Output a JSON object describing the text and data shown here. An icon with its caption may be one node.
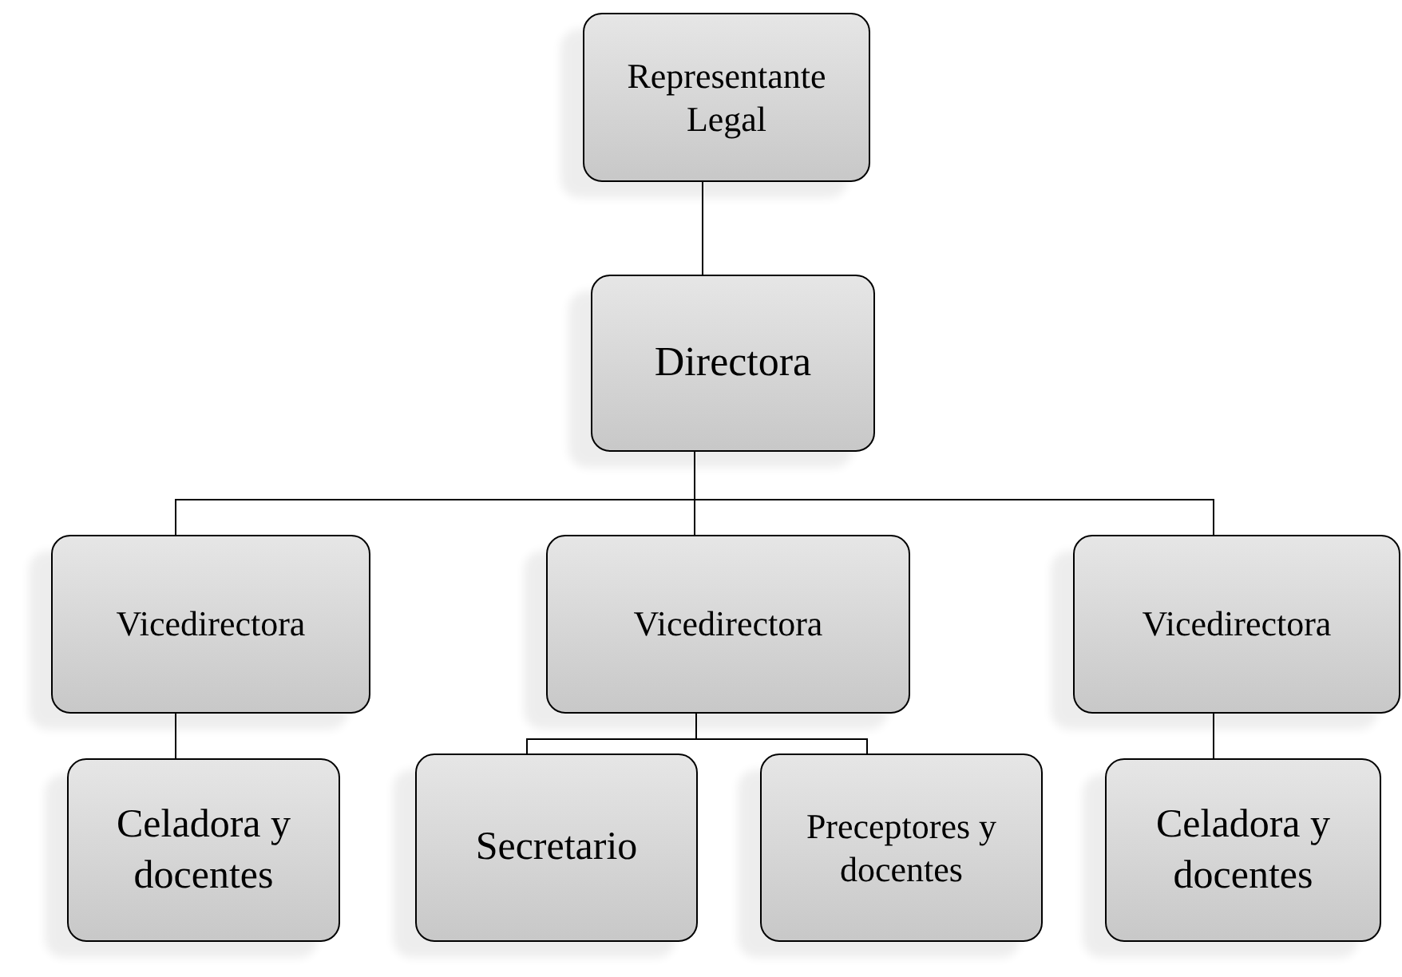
{
  "diagram": {
    "nodes": [
      {
        "text": [
          "Representante Legal"
        ]
      },
      {
        "text": [
          "Directora"
        ]
      },
      {
        "text": [
          "Vicedirectora"
        ]
      },
      {
        "text": [
          "Vicedirectora"
        ]
      },
      {
        "text": [
          "Vicedirectora"
        ]
      },
      {
        "text": [
          "Celadora y docentes"
        ]
      },
      {
        "text": [
          "Secretario"
        ]
      },
      {
        "text": [
          "Preceptores y docentes"
        ]
      },
      {
        "text": [
          "Celadora y docentes"
        ]
      }
    ],
    "edges": [
      {
        "from": 0,
        "to": 1,
        "arrow": "none"
      },
      {
        "from": 1,
        "to": 2,
        "arrow": "none"
      },
      {
        "from": 1,
        "to": 3,
        "arrow": "none"
      },
      {
        "from": 1,
        "to": 4,
        "arrow": "none"
      },
      {
        "from": 2,
        "to": 5,
        "arrow": "none"
      },
      {
        "from": 3,
        "to": 6,
        "arrow": "none"
      },
      {
        "from": 3,
        "to": 7,
        "arrow": "none"
      },
      {
        "from": 4,
        "to": 8,
        "arrow": "none"
      }
    ]
  }
}
